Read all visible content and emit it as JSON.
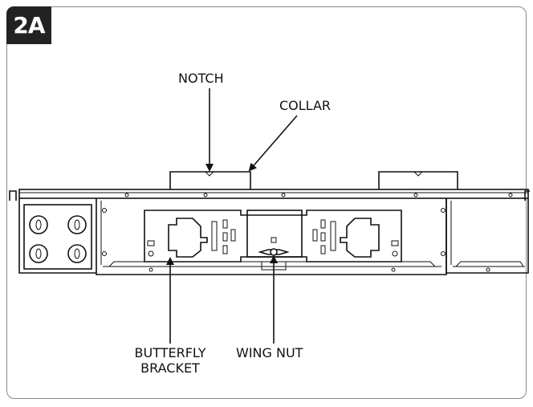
{
  "figure": {
    "badge": "2A",
    "labels": {
      "notch": "NOTCH",
      "collar": "COLLAR",
      "butterfly_line1": "BUTTERFLY",
      "butterfly_line2": "BRACKET",
      "wing_nut": "WING NUT"
    }
  }
}
